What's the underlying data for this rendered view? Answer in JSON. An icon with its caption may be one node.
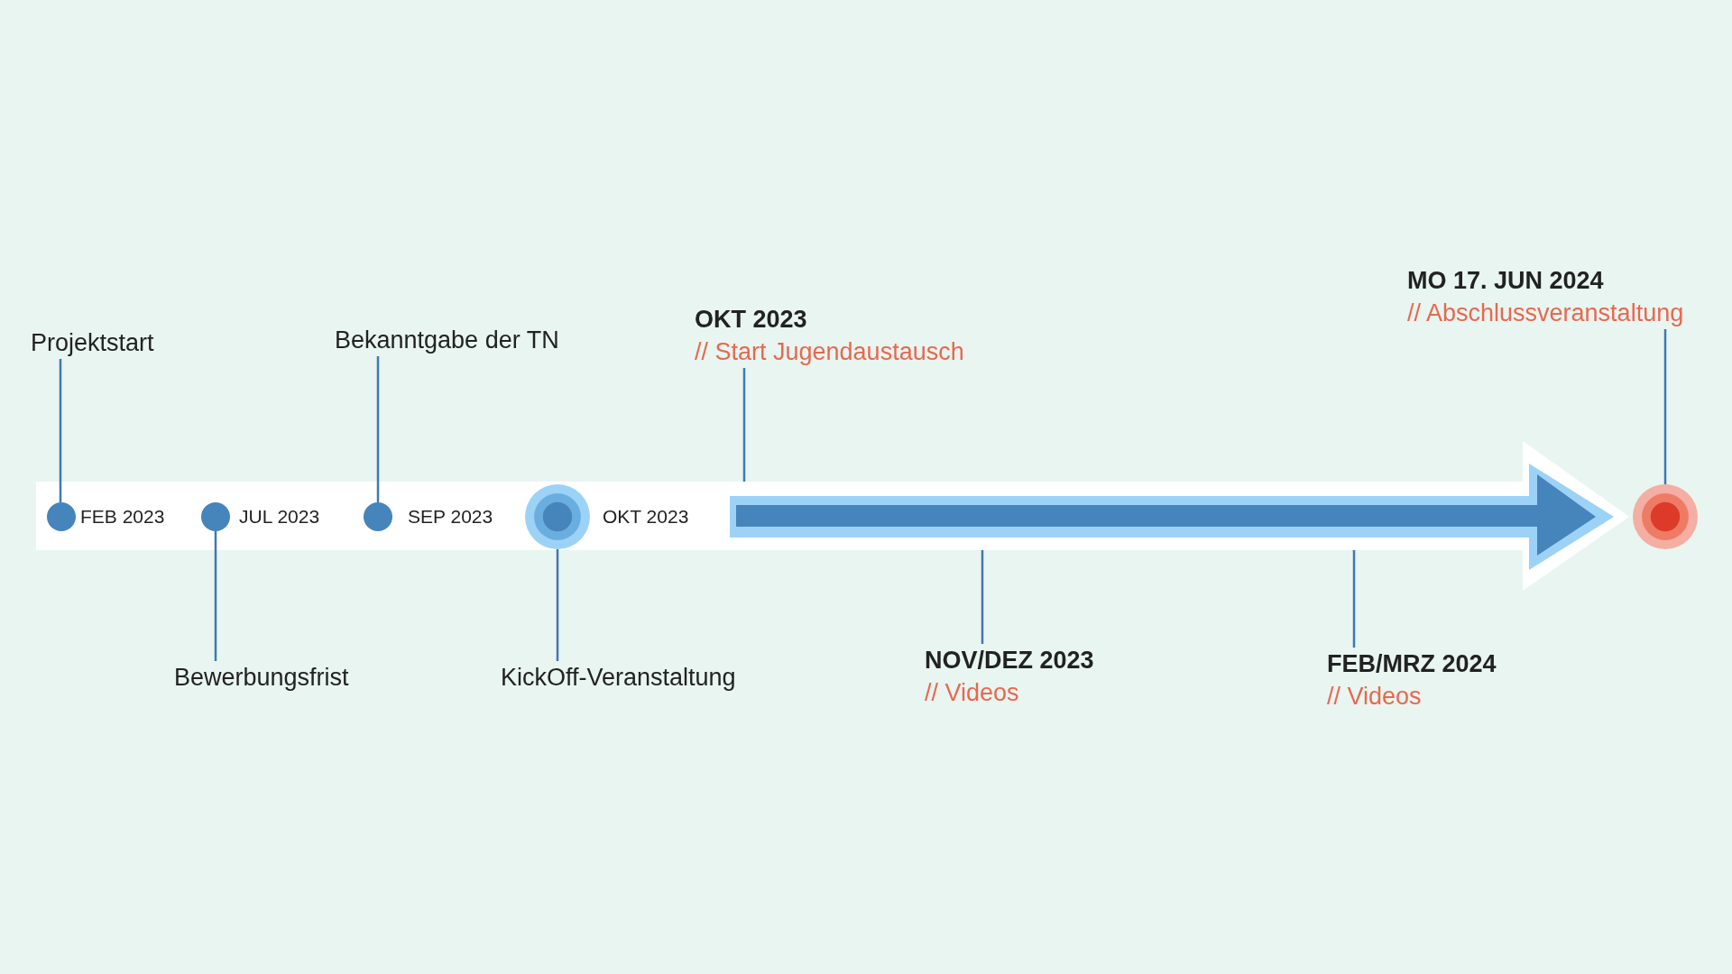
{
  "diagram": {
    "nodes": [
      {
        "text": [
          "Projektstart"
        ]
      },
      {
        "text": [],
        "shape": "circle",
        "beside": [
          "FEB 2023"
        ]
      },
      {
        "text": [],
        "shape": "circle",
        "beside": [
          "JUL 2023"
        ]
      },
      {
        "text": [
          "Bewerbungsfrist"
        ]
      },
      {
        "text": [
          "Bekanntgabe der TN"
        ]
      },
      {
        "text": [],
        "shape": "circle",
        "beside": [
          "SEP 2023"
        ]
      },
      {
        "text": [],
        "shape": "circle",
        "beside": [
          "OKT 2023"
        ]
      },
      {
        "text": [
          "KickOff-Veranstaltung"
        ]
      },
      {
        "text": [
          "OKT 2023",
          "// Start Jugendaustausch"
        ]
      },
      {
        "text": [],
        "shape": "arrow"
      },
      {
        "text": [
          "NOV/DEZ 2023",
          "// Videos"
        ]
      },
      {
        "text": [
          "FEB/MRZ 2024",
          "// Videos"
        ]
      },
      {
        "text": [
          "MO 17. JUN 2024",
          "// Abschlussveranstaltung"
        ]
      },
      {
        "text": [],
        "shape": "circle"
      }
    ],
    "edges": [
      {
        "from": 0,
        "to": 1,
        "arrow": "none"
      },
      {
        "from": 3,
        "to": 2,
        "arrow": "none"
      },
      {
        "from": 4,
        "to": 5,
        "arrow": "none"
      },
      {
        "from": 7,
        "to": 6,
        "arrow": "none"
      },
      {
        "from": 8,
        "to": 9,
        "arrow": "none"
      },
      {
        "from": 10,
        "to": 9,
        "arrow": "none"
      },
      {
        "from": 11,
        "to": 9,
        "arrow": "none"
      },
      {
        "from": 12,
        "to": 13,
        "arrow": "none"
      }
    ]
  }
}
